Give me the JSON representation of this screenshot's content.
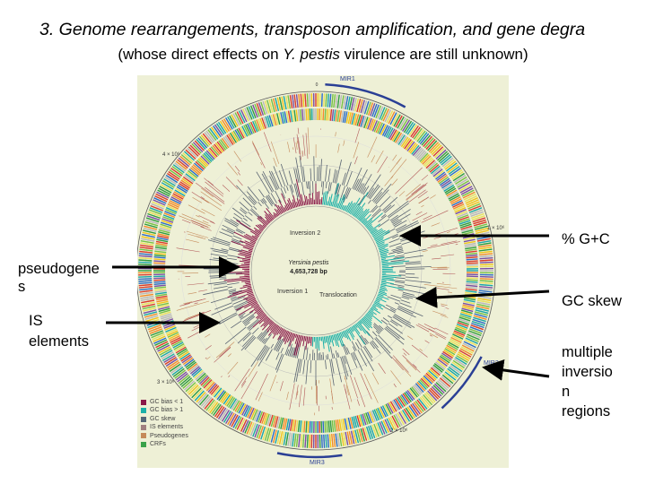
{
  "slide": {
    "title": "3. Genome rearrangements, transposon amplification, and gene degra",
    "subtitle_before": "(whose direct effects on ",
    "subtitle_italic": "Y. pestis",
    "subtitle_after": " virulence are still unknown)"
  },
  "callouts": {
    "gc_content": "% G+C",
    "pseudogenes": "pseudogene\ns",
    "is_elements": "IS\nelements",
    "gc_skew": "GC skew",
    "inversions": "multiple\ninversio\nn\nregions"
  },
  "genome_map": {
    "organism": "Yersinia pestis",
    "size": "4,653,728 bp",
    "labels": {
      "inversion2": "Inversion 2",
      "inversion1": "Inversion 1",
      "translocation": "Translocation",
      "mir1": "MIR1",
      "mir2": "MIR2",
      "mir3": "MIR3",
      "zero": "0",
      "tick1": "1 × 10⁶",
      "tick2": "2 × 10⁶",
      "tick3": "3 × 10⁶",
      "tick4": "4 × 10⁶"
    },
    "legend": [
      {
        "label": "GC bias < 1",
        "color": "#8b1a4a"
      },
      {
        "label": "GC bias > 1",
        "color": "#1bb0a8"
      },
      {
        "label": "GC skew",
        "color": "#556677"
      },
      {
        "label": "IS elements",
        "color": "#a08080"
      },
      {
        "label": "Pseudogenes",
        "color": "#c58a5a"
      },
      {
        "label": "CRFs",
        "color": "#3aa24a"
      }
    ],
    "colors": {
      "background": "#eef0d6",
      "outer_palette": [
        "#d93b2b",
        "#2f9b3f",
        "#f0c419",
        "#2b6cc4",
        "#7a4ea3",
        "#f28c28",
        "#76c043",
        "#e8e05a",
        "#1aa6a6",
        "#b8b8b8"
      ],
      "gc_low": "#8b1a4a",
      "gc_high": "#1bb0a8",
      "skew": "#5a6472",
      "mir_arc": "#2a3f95"
    }
  }
}
